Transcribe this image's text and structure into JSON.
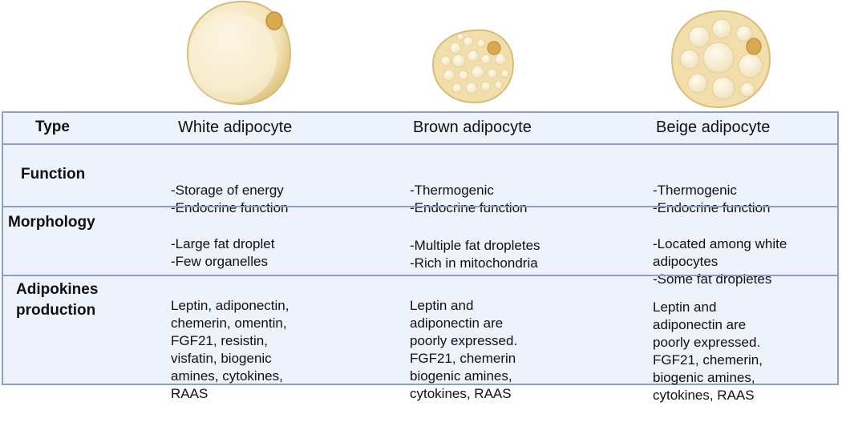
{
  "cells": [
    {
      "name": "white-adipocyte-cell",
      "type": "white"
    },
    {
      "name": "brown-adipocyte-cell",
      "type": "brown"
    },
    {
      "name": "beige-adipocyte-cell",
      "type": "beige"
    }
  ],
  "colors": {
    "border": "#8aa0c8",
    "table_bg": "#eef2fa",
    "cell_fill": "#f3e3b4",
    "cell_edge": "#d9bf7d",
    "droplet": "#fbf3de",
    "nucleus": "#d9a94f"
  },
  "table": {
    "header_label": "Type",
    "columns": [
      "White adipocyte",
      "Brown adipocyte",
      "Beige adipocyte"
    ],
    "rows": [
      {
        "label": "Function",
        "cells": [
          [
            "-Storage of energy",
            "-Endocrine function"
          ],
          [
            "-Thermogenic",
            "-Endocrine function"
          ],
          [
            "-Thermogenic",
            "-Endocrine function"
          ]
        ]
      },
      {
        "label": "Morphology",
        "cells": [
          [
            "-Large fat droplet",
            "-Few organelles"
          ],
          [
            "-Multiple fat dropletes",
            "-Rich in mitochondria"
          ],
          [
            "-Located among white",
            "adipocytes",
            "-Some fat dropletes"
          ]
        ]
      },
      {
        "label_lines": [
          "Adipokines",
          "production"
        ],
        "cells": [
          [
            "Leptin, adiponectin,",
            "chemerin, omentin,",
            "FGF21, resistin,",
            "visfatin, biogenic",
            "amines, cytokines,",
            "RAAS"
          ],
          [
            "Leptin and",
            "adiponectin are",
            "poorly expressed.",
            "FGF21, chemerin",
            "biogenic amines,",
            "cytokines, RAAS"
          ],
          [
            "Leptin and",
            "adiponectin are",
            "poorly expressed.",
            "FGF21, chemerin,",
            "biogenic amines,",
            "cytokines, RAAS"
          ]
        ]
      }
    ]
  }
}
